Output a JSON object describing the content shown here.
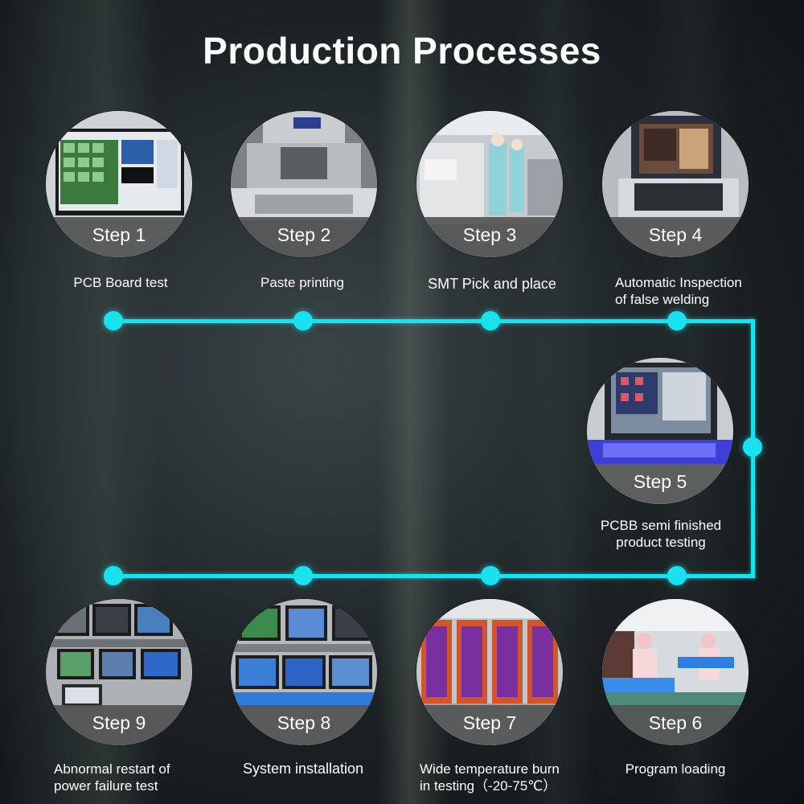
{
  "title": "Production Processes",
  "colors": {
    "connector": "#19e2ee",
    "label_band": "#555555",
    "text": "#ffffff"
  },
  "steps": [
    {
      "label": "Step 1",
      "caption": [
        "PCB Board test"
      ],
      "photo": "monitor-test-software"
    },
    {
      "label": "Step 2",
      "caption": [
        "Paste printing"
      ],
      "photo": "gkg-paste-printer"
    },
    {
      "label": "Step 3",
      "caption": [
        "SMT Pick and place"
      ],
      "photo": "smt-machine-workers"
    },
    {
      "label": "Step 4",
      "caption": [
        "Automatic Inspection",
        "of false welding"
      ],
      "photo": "aoi-machine"
    },
    {
      "label": "Step 5",
      "caption": [
        "PCBB semi finished",
        "product testing"
      ],
      "photo": "pcb-test-machine"
    },
    {
      "label": "Step 6",
      "caption": [
        "Program loading"
      ],
      "photo": "workers-loading-programs"
    },
    {
      "label": "Step 7",
      "caption": [
        "Wide temperature burn",
        "in testing（-20-75℃）"
      ],
      "photo": "burn-in-chambers"
    },
    {
      "label": "Step 8",
      "caption": [
        "System installation"
      ],
      "photo": "monitor-rack"
    },
    {
      "label": "Step 9",
      "caption": [
        "Abnormal restart of",
        "power failure test"
      ],
      "photo": "test-bench-monitors"
    }
  ]
}
